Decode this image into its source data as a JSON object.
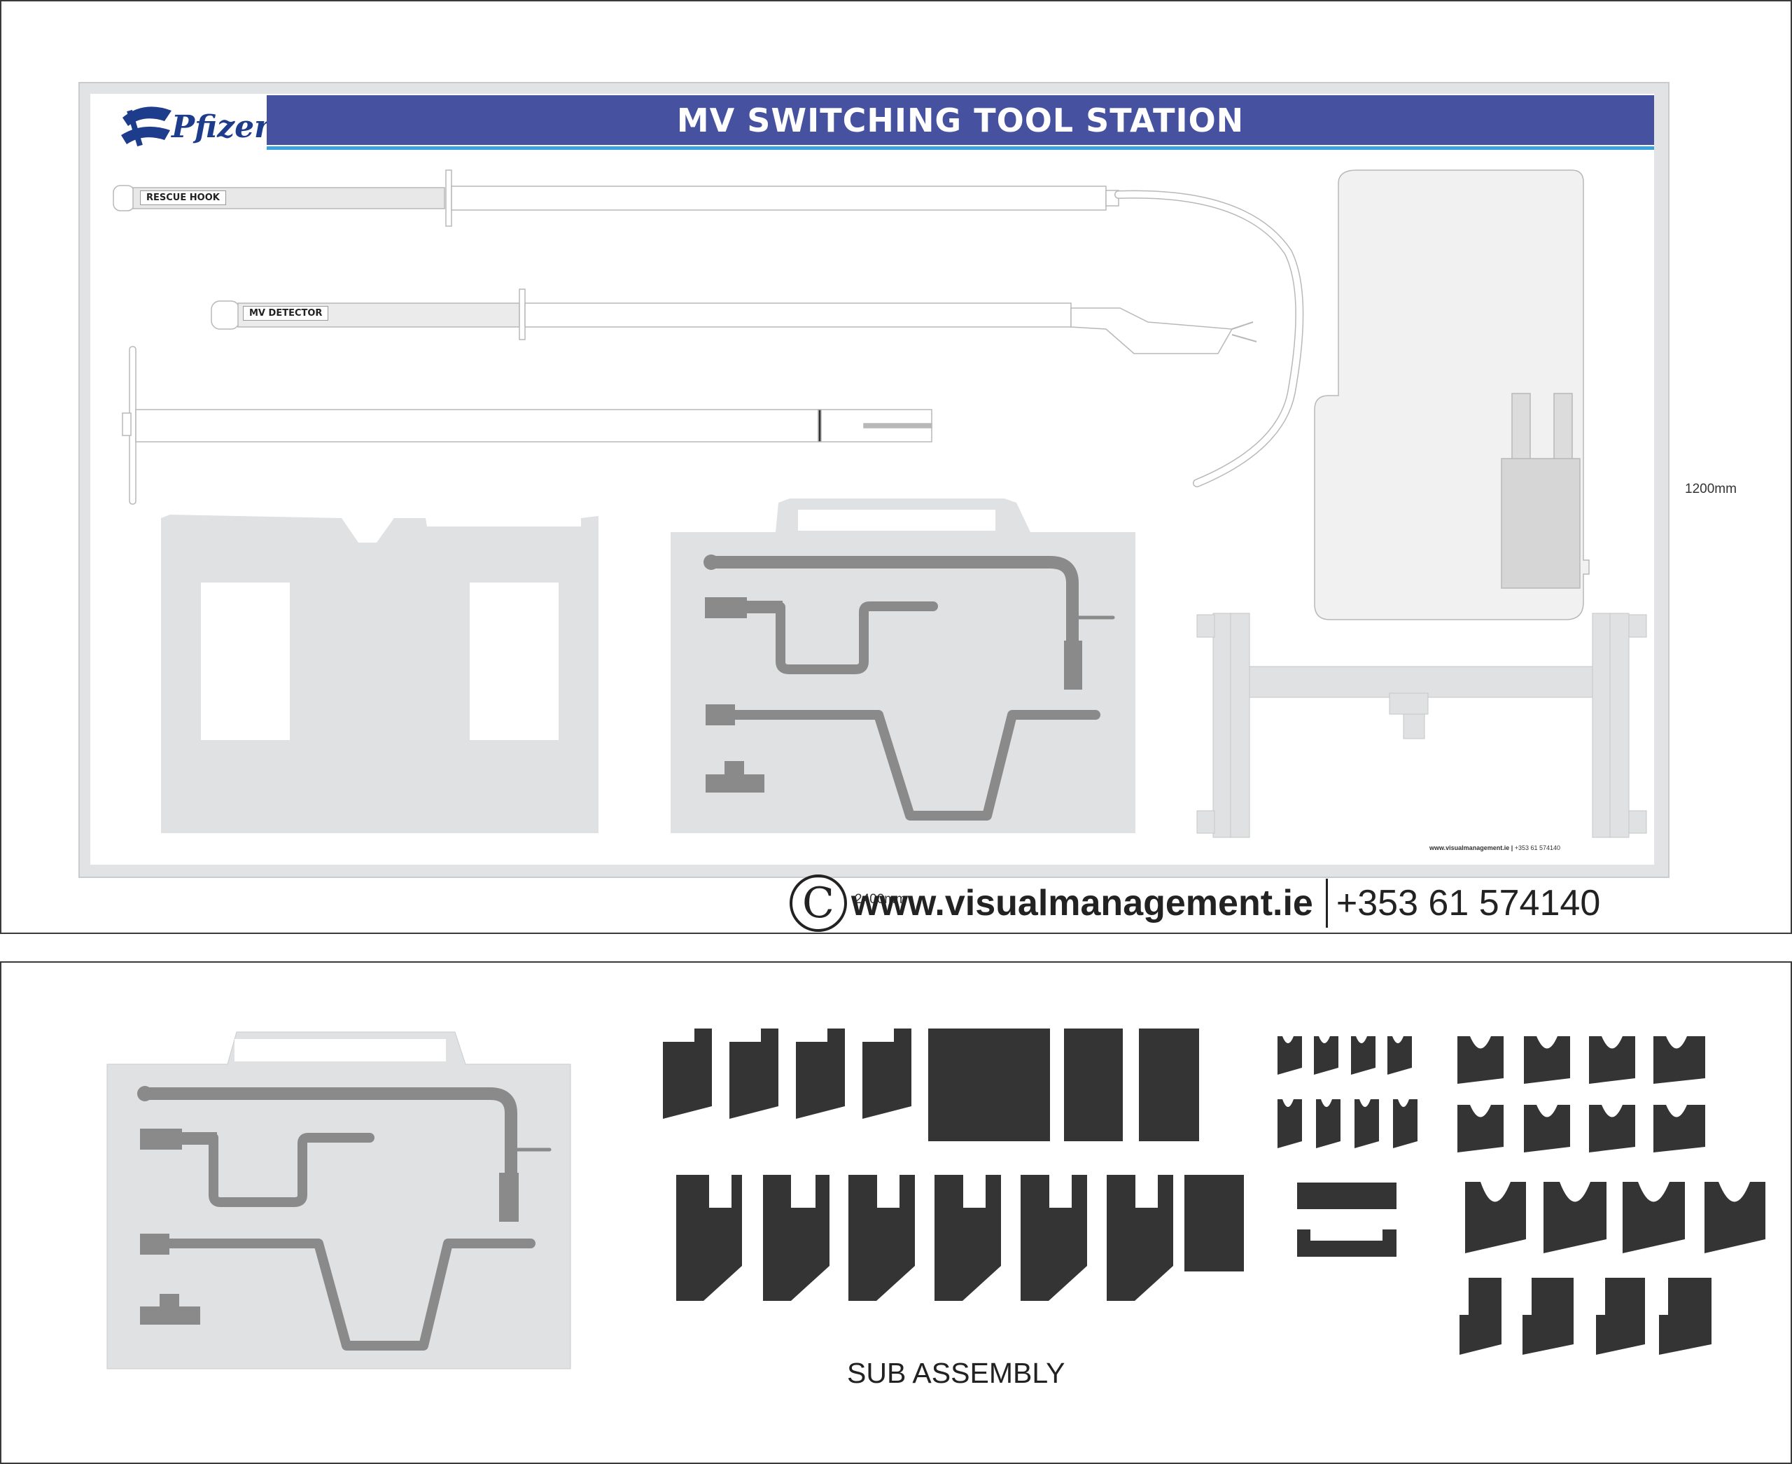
{
  "board": {
    "title": "MV SWITCHING TOOL STATION",
    "logo_text": "Pfizer",
    "tools": {
      "rescue_hook_label": "RESCUE HOOK",
      "mv_detector_label": "MV DETECTOR"
    },
    "small_web": "www.visualmanagement.ie",
    "small_phone": "+353 61 574140",
    "height_dim": "1200mm",
    "width_dim": "2400mm"
  },
  "footer": {
    "copyright_symbol": "C",
    "website": "www.visualmanagement.ie",
    "phone": "+353 61 574140"
  },
  "sub_assembly": {
    "title": "SUB ASSEMBLY"
  },
  "colors": {
    "title_bar": "#4651a0",
    "title_stripe": "#3aa2dc",
    "shadow_grey": "#e0e1e3",
    "tool_grey": "#8a8a8a",
    "shim_dark": "#353435"
  }
}
